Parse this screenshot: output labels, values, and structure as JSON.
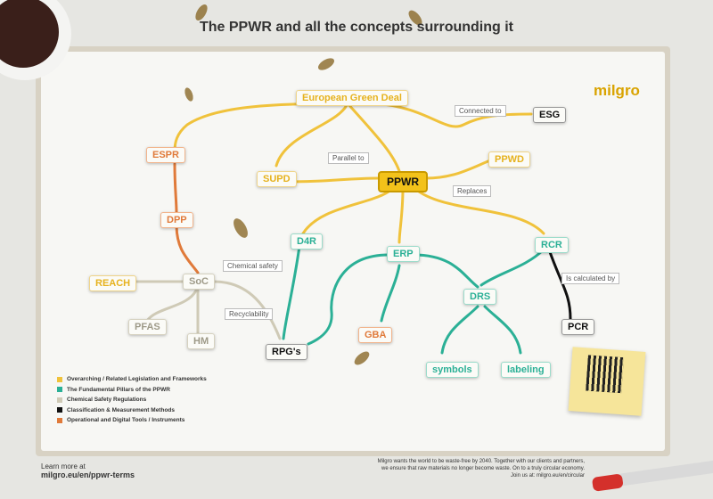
{
  "title": "The PPWR and all the concepts surrounding it",
  "logo": "milgro",
  "nodes": {
    "ppwr": "PPWR",
    "egd": "European Green Deal",
    "esg": "ESG",
    "supd": "SUPD",
    "ppwd": "PPWD",
    "espr": "ESPR",
    "dpp": "DPP",
    "reach": "REACH",
    "soc": "SoC",
    "pfas": "PFAS",
    "hm": "HM",
    "d4r": "D4R",
    "erp": "ERP",
    "rcr": "RCR",
    "drs": "DRS",
    "gba": "GBA",
    "rpgs": "RPG's",
    "pcr": "PCR",
    "symbols": "symbols",
    "labeling": "labeling"
  },
  "edge_labels": {
    "connected_to": "Connected to",
    "parallel_to": "Parallel to",
    "replaces": "Replaces",
    "chemical_safety": "Chemical safety",
    "recyclability": "Recyclability",
    "is_calculated_by": "Is calculated by"
  },
  "legend": [
    {
      "label": "Overarching / Related Legislation and Frameworks",
      "color": "#f0c23b"
    },
    {
      "label": "The Fundamental Pillars of the PPWR",
      "color": "#2bb096"
    },
    {
      "label": "Chemical Safety Regulations",
      "color": "#cfcab6"
    },
    {
      "label": "Classification & Measurement Methods",
      "color": "#111111"
    },
    {
      "label": "Operational and Digital Tools / Instruments",
      "color": "#e07a3a"
    }
  ],
  "footer": {
    "learn_more": "Learn more at",
    "url": "milgro.eu/en/ppwr-terms",
    "mission_1": "Milgro wants the world to be waste-free by 2040. Together with our clients and partners,",
    "mission_2": "we ensure that raw materials no longer become waste. On to a truly circular economy.",
    "mission_3": "Join us at: milgro.eu/en/circular"
  },
  "colors": {
    "yellow": "#f0c23b",
    "teal": "#2bb096",
    "orange": "#e07a3a",
    "grey": "#cfcab6",
    "black": "#111111"
  }
}
